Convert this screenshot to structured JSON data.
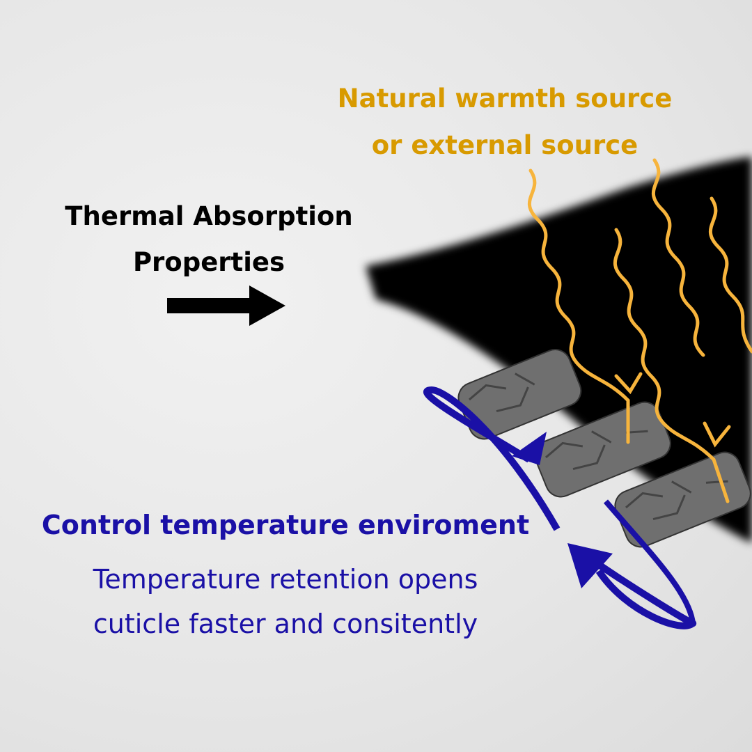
{
  "colors": {
    "warmth": "#d89a00",
    "wave": "#f7b43c",
    "blue": "#1a10a6",
    "black": "#000000",
    "strand": "#6e6e6e"
  },
  "warmth": {
    "line1": "Natural warmth source",
    "line2": "or external source"
  },
  "thermal": {
    "line1": "Thermal Absorption",
    "line2": "Properties"
  },
  "control": {
    "title": "Control temperature enviroment",
    "line1": "Temperature retention opens",
    "line2": "cuticle faster and consitently"
  }
}
